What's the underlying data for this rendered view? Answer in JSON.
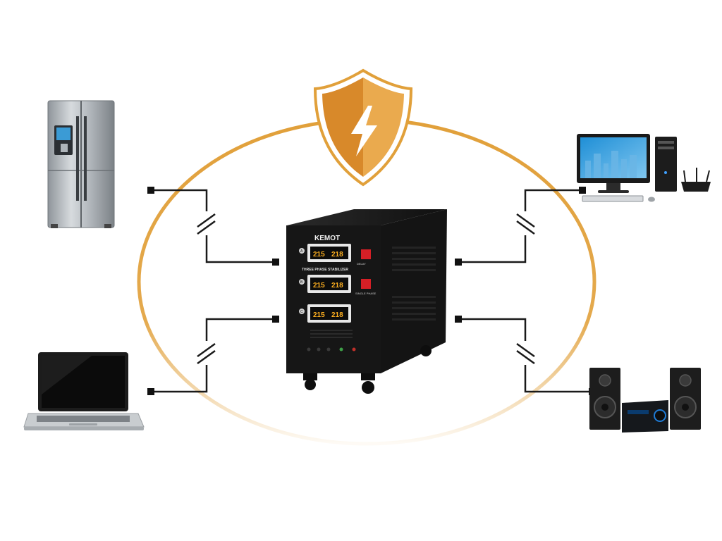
{
  "colors": {
    "accent": "#E1A03A",
    "shield_dark": "#D8892A",
    "shield_light": "#EAAA4E",
    "unit_body": "#161616",
    "display_digits": "#FFB020",
    "display_blue": "#3FA0FF"
  },
  "diagram": {
    "center": {
      "brand": "KEMOT",
      "panel_title": "THREE PHASE STABILIZER",
      "phases": [
        {
          "letter": "A",
          "in_value": "215",
          "out_value": "218"
        },
        {
          "letter": "B",
          "in_value": "215",
          "out_value": "218"
        },
        {
          "letter": "C",
          "in_value": "215",
          "out_value": "218"
        }
      ],
      "switch_labels": [
        "DELAY",
        "SINGLE PHASE"
      ]
    },
    "protection_icon": "shield-lightning-icon",
    "devices": [
      {
        "name": "refrigerator",
        "icon": "refrigerator-icon",
        "side": "left"
      },
      {
        "name": "laptop",
        "icon": "laptop-icon",
        "side": "left"
      },
      {
        "name": "desktop-computer",
        "icon": "desktop-computer-icon",
        "side": "right"
      },
      {
        "name": "stereo-system",
        "icon": "stereo-icon",
        "side": "right"
      }
    ]
  }
}
